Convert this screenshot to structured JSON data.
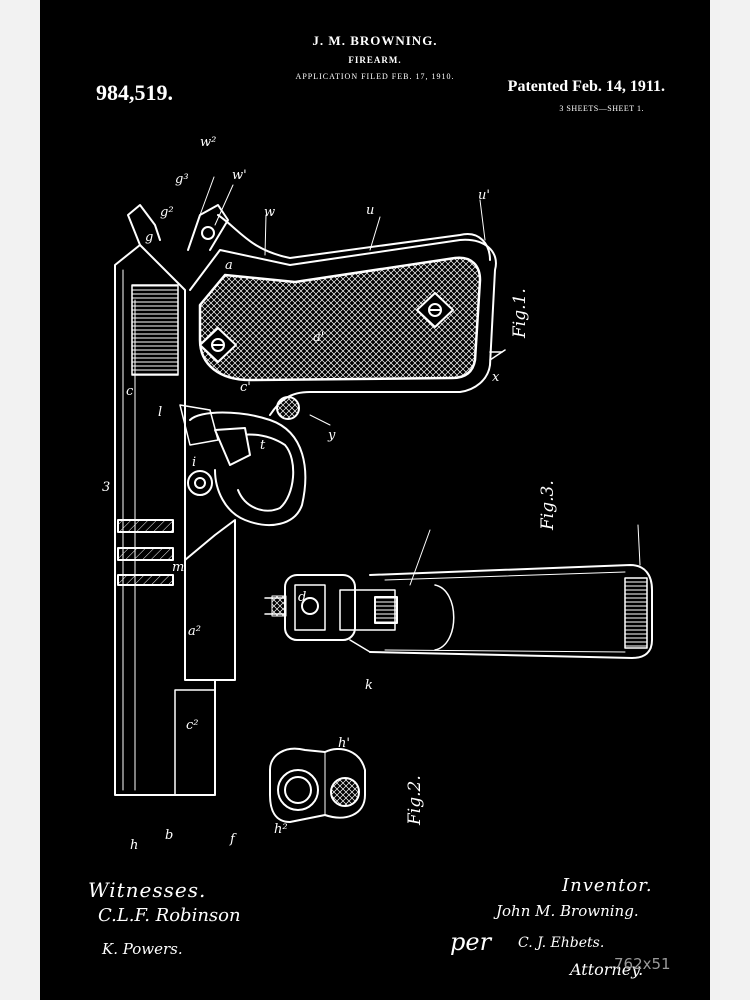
{
  "header": {
    "inventor_name": "J. M. BROWNING.",
    "title": "FIREARM.",
    "application_filed": "APPLICATION FILED FEB. 17, 1910.",
    "patent_number": "984,519.",
    "patented_date": "Patented Feb. 14, 1911.",
    "sheet_info": "3 SHEETS—SHEET 1."
  },
  "figures": {
    "fig1": "Fig.1.",
    "fig2": "Fig.2.",
    "fig3": "Fig.3."
  },
  "reference_letters": [
    "u'",
    "u",
    "w",
    "w'",
    "w²",
    "g³",
    "g²",
    "g",
    "a",
    "a'",
    "x",
    "y",
    "t",
    "l",
    "c",
    "c'",
    "3",
    "i",
    "m",
    "a²",
    "c²",
    "h",
    "b",
    "f",
    "h'",
    "h²",
    "d",
    "k"
  ],
  "footer": {
    "witnesses_label": "Witnesses.",
    "witness_1": "C.L.F. Robinson",
    "witness_2": "K. Powers.",
    "inventor_label": "Inventor.",
    "inventor_signature": "John M. Browning.",
    "per": "per",
    "attorney_signature": "C. J. Ehbets.",
    "attorney_label": "Attorney."
  },
  "watermark": "762x51",
  "colors": {
    "background": "#000000",
    "ink": "#ffffff",
    "outer": "#f2f2f2",
    "watermark": "#9a9a9a"
  }
}
